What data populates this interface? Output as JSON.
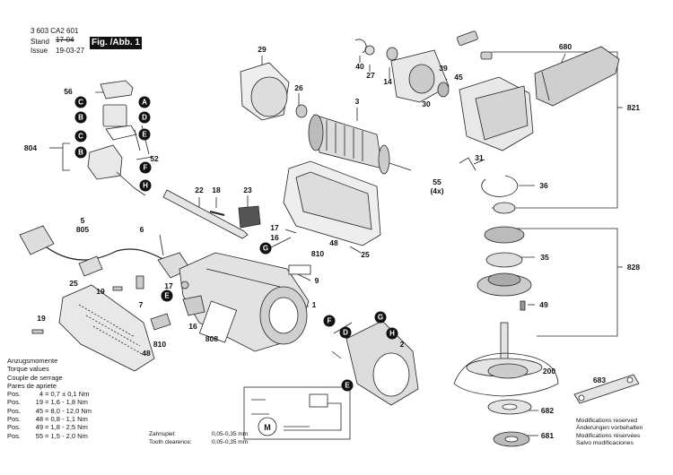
{
  "header": {
    "doc_no": "3 603 CA2 601",
    "stand_label": "Stand",
    "stand_value": "17-04",
    "issue_label": "Issue",
    "issue_value": "19-03-27",
    "figure_label": "Fig. /Abb. 1"
  },
  "part_numbers": [
    "29",
    "26",
    "40",
    "27",
    "14",
    "39",
    "45",
    "30",
    "680",
    "821",
    "56",
    "804",
    "52",
    "3",
    "31",
    "55",
    "(4x)",
    "36",
    "22",
    "18",
    "23",
    "5",
    "805",
    "6",
    "17",
    "16",
    "G",
    "48",
    "810",
    "25",
    "828",
    "35",
    "9",
    "19",
    "7",
    "17",
    "E",
    "1",
    "49",
    "16",
    "810",
    "48",
    "808",
    "F",
    "D",
    "G",
    "2",
    "H",
    "E",
    "200",
    "25",
    "19",
    "683",
    "682",
    "681"
  ],
  "letters": {
    "group1": [
      "C",
      "A",
      "B",
      "D"
    ],
    "group2": [
      "C",
      "E",
      "B",
      "F",
      "H"
    ]
  },
  "torque": {
    "title_lines": [
      "Anzugsmomente",
      "Torque values",
      "Couple de serrage",
      "Pares de apriete"
    ],
    "rows": [
      {
        "label": "Pos.",
        "pos": "4",
        "value": "= 0,7 ± 0,1 Nm"
      },
      {
        "label": "Pos.",
        "pos": "19",
        "value": "= 1,6 - 1,8 Nm"
      },
      {
        "label": "Pos.",
        "pos": "45",
        "value": "= 8,0 - 12,0 Nm"
      },
      {
        "label": "Pos.",
        "pos": "48",
        "value": "= 0,8 - 1,1 Nm"
      },
      {
        "label": "Pos.",
        "pos": "49",
        "value": "= 1,8 - 2,5 Nm"
      },
      {
        "label": "Pos.",
        "pos": "55",
        "value": "= 1,5 - 2,0 Nm"
      }
    ]
  },
  "clearance": {
    "label1": "Zahnspiel:",
    "value1": "0,05-0,35 mm",
    "label2": "Tooth clearence:",
    "value2": "0,05-0,35 mm"
  },
  "modifications": [
    "Modifications reserved",
    "Änderungen vorbehalten",
    "Modifications réservées",
    "Salvo modificaciones"
  ],
  "motor_symbol": "M",
  "colors": {
    "line": "#222222",
    "fill": "#e6e6e6",
    "dark": "#1a1a1a"
  }
}
